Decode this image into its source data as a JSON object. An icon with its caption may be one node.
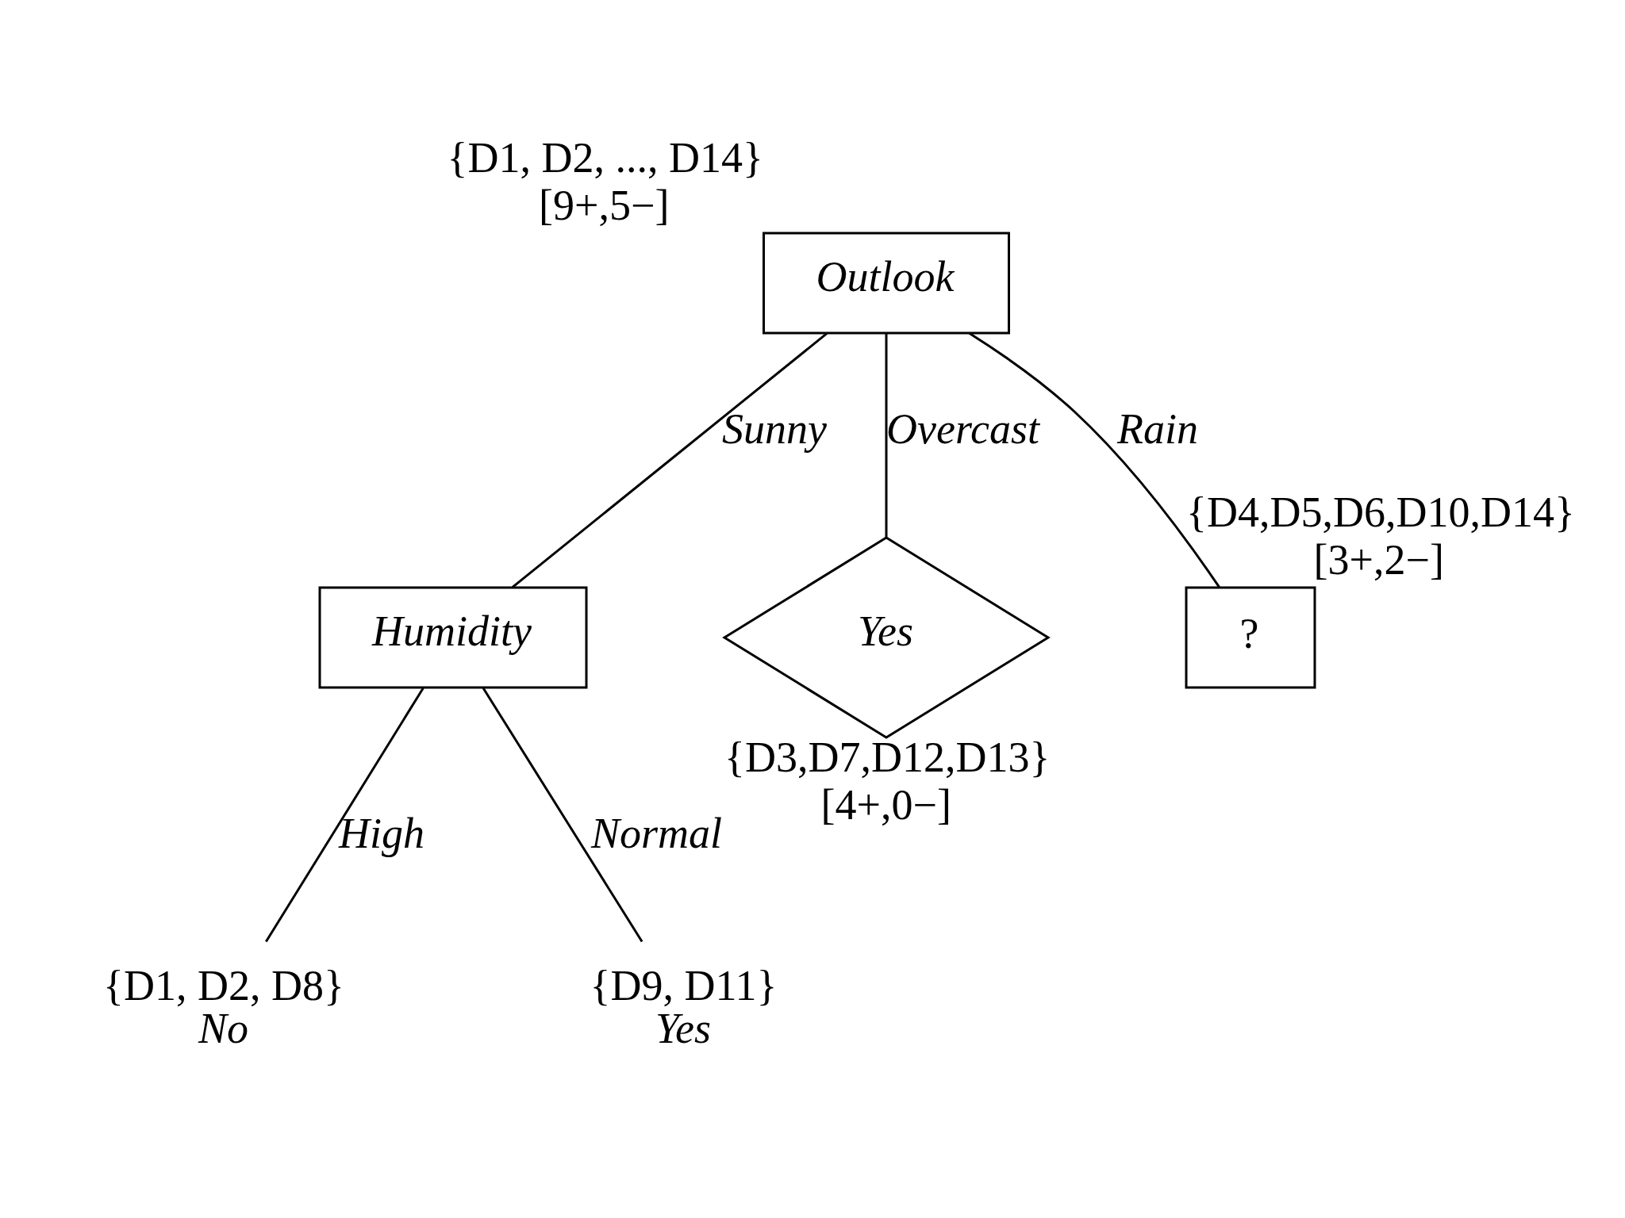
{
  "diagram": {
    "nodes": [
      {
        "text": [
          "Outlook"
        ],
        "beside": [
          "{D1, D2, ..., D14}",
          "[9+,5−]"
        ]
      },
      {
        "text": [
          "Humidity"
        ]
      },
      {
        "text": [
          "Yes"
        ],
        "beside": [
          "{D3,D7,D12,D13}",
          "[4+,0−]"
        ]
      },
      {
        "text": [
          "?"
        ],
        "beside": [
          "{D4,D5,D6,D10,D14}",
          "[3+,2−]"
        ]
      },
      {
        "text": [
          "{D1, D2, D8}",
          "No"
        ]
      },
      {
        "text": [
          "{D9, D11}",
          "Yes"
        ]
      }
    ],
    "edges": [
      {
        "from": 0,
        "to": 1,
        "arrow": "none",
        "label": "Sunny"
      },
      {
        "from": 0,
        "to": 2,
        "arrow": "none",
        "label": "Overcast"
      },
      {
        "from": 0,
        "to": 3,
        "arrow": "none",
        "label": "Rain"
      },
      {
        "from": 1,
        "to": 4,
        "arrow": "none",
        "label": "High"
      },
      {
        "from": 1,
        "to": 5,
        "arrow": "none",
        "label": "Normal"
      }
    ]
  }
}
